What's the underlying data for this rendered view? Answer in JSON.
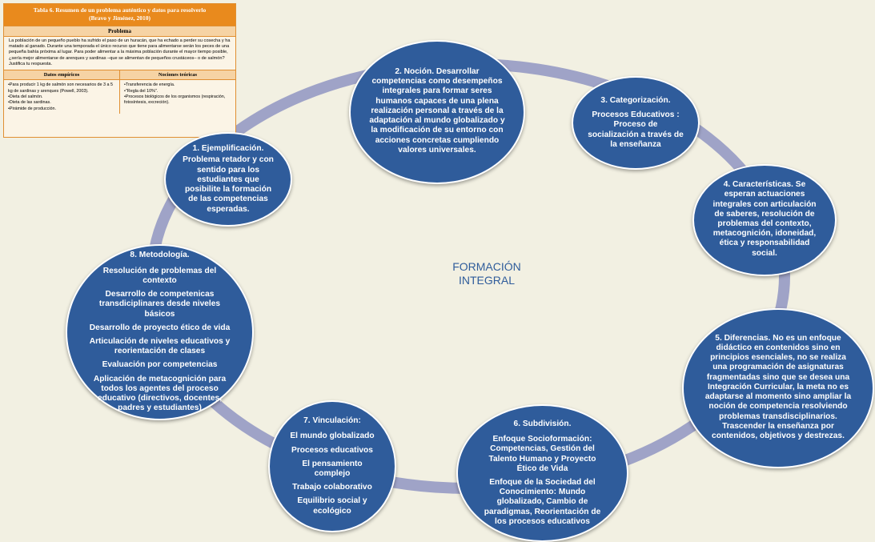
{
  "table": {
    "title": "Tabla 6. Resumen de un problema auténtico y datos para resolverlo",
    "source": "(Bravo y Jiménez, 2010)",
    "problem_header": "Problema",
    "problem_text": "La población de un pequeño pueblo ha sufrido el paso de un huracán, que ha echado a perder su cosecha y ha matado al ganado. Durante una temporada el único recurso que tiene para alimentarse serán los peces de una pequeña bahía próxima al lugar. Para poder alimentar a la máxima población durante el mayor tiempo posible, ¿sería mejor alimentarse de arenques y sardinas –que se alimentan de pequeños crustáceos– o de salmón? Justifica tu respuesta.",
    "col1_header": "Datos empíricos",
    "col1_items": [
      "Para producir 1 kg de salmón son necesarios de 3 a 5 kg de sardinas y arenques (Powell, 2003).",
      "Dieta del salmón.",
      "Dieta de las sardinas.",
      "Pirámide de producción."
    ],
    "col2_header": "Nociones teóricas",
    "col2_items": [
      "Transferencia de energía.",
      "\"Regla del 10%\".",
      "Procesos biológicos de los organismos (respiración, fotosíntesis, excreción)."
    ]
  },
  "center": {
    "label": "FORMACIÓN INTEGRAL"
  },
  "nodes": {
    "n1": {
      "title": "1. Ejemplificación.",
      "body": "Problema  retador y con sentido para los estudiantes que posibilite la formación de las competencias esperadas."
    },
    "n2": {
      "title": "2. Noción. Desarrollar competencias como desempeños integrales para formar seres humanos  capaces de una plena realización personal a través  de la  adaptación al mundo globalizado y  la modificación de su entorno con acciones concretas cumpliendo valores universales."
    },
    "n3": {
      "title": "3. Categorización.",
      "body": "Procesos Educativos : Proceso de socialización a través de la enseñanza"
    },
    "n4": {
      "title": "4. Características. Se esperan actuaciones integrales con  articulación de saberes, resolución de problemas del contexto, metacognición, idoneidad, ética y responsabilidad social."
    },
    "n5": {
      "title": "5. Diferencias. No es un enfoque didáctico en contenidos sino en principios esenciales, no se  realiza una programación de asignaturas fragmentadas sino que se desea una Integración Curricular, la meta no es adaptarse al momento sino ampliar la noción de competencia resolviendo problemas transdisciplinarios. Trascender la enseñanza por contenidos, objetivos y destrezas."
    },
    "n6": {
      "title": "6. Subdivisión.",
      "items": [
        "Enfoque Socioformación: Competencias, Gestión del Talento Humano y Proyecto Ético de Vida",
        "Enfoque de la Sociedad del Conocimiento: Mundo globalizado, Cambio de paradigmas, Reorientación de los procesos educativos"
      ]
    },
    "n7": {
      "title": "7. Vinculación:",
      "items": [
        "El mundo globalizado",
        "Procesos educativos",
        "El pensamiento complejo",
        "Trabajo colaborativo",
        "Equilibrio social y ecológico"
      ]
    },
    "n8": {
      "title": "8. Metodología.",
      "items": [
        "Resolución de problemas del contexto",
        "Desarrollo de competenicas transdiciplinares desde niveles básicos",
        "Desarrollo de proyecto ético de vida",
        "Articulación de niveles educativos y reorientación de clases",
        "Evaluación por competencias",
        "Aplicación de metacognición  para todos los agentes del proceso educativo (directivos, docentes, padres y estudiantes)"
      ]
    }
  },
  "colors": {
    "node_fill": "#2f5c9b",
    "ring": "#9fa3c7",
    "table_accent": "#e98a1d"
  }
}
